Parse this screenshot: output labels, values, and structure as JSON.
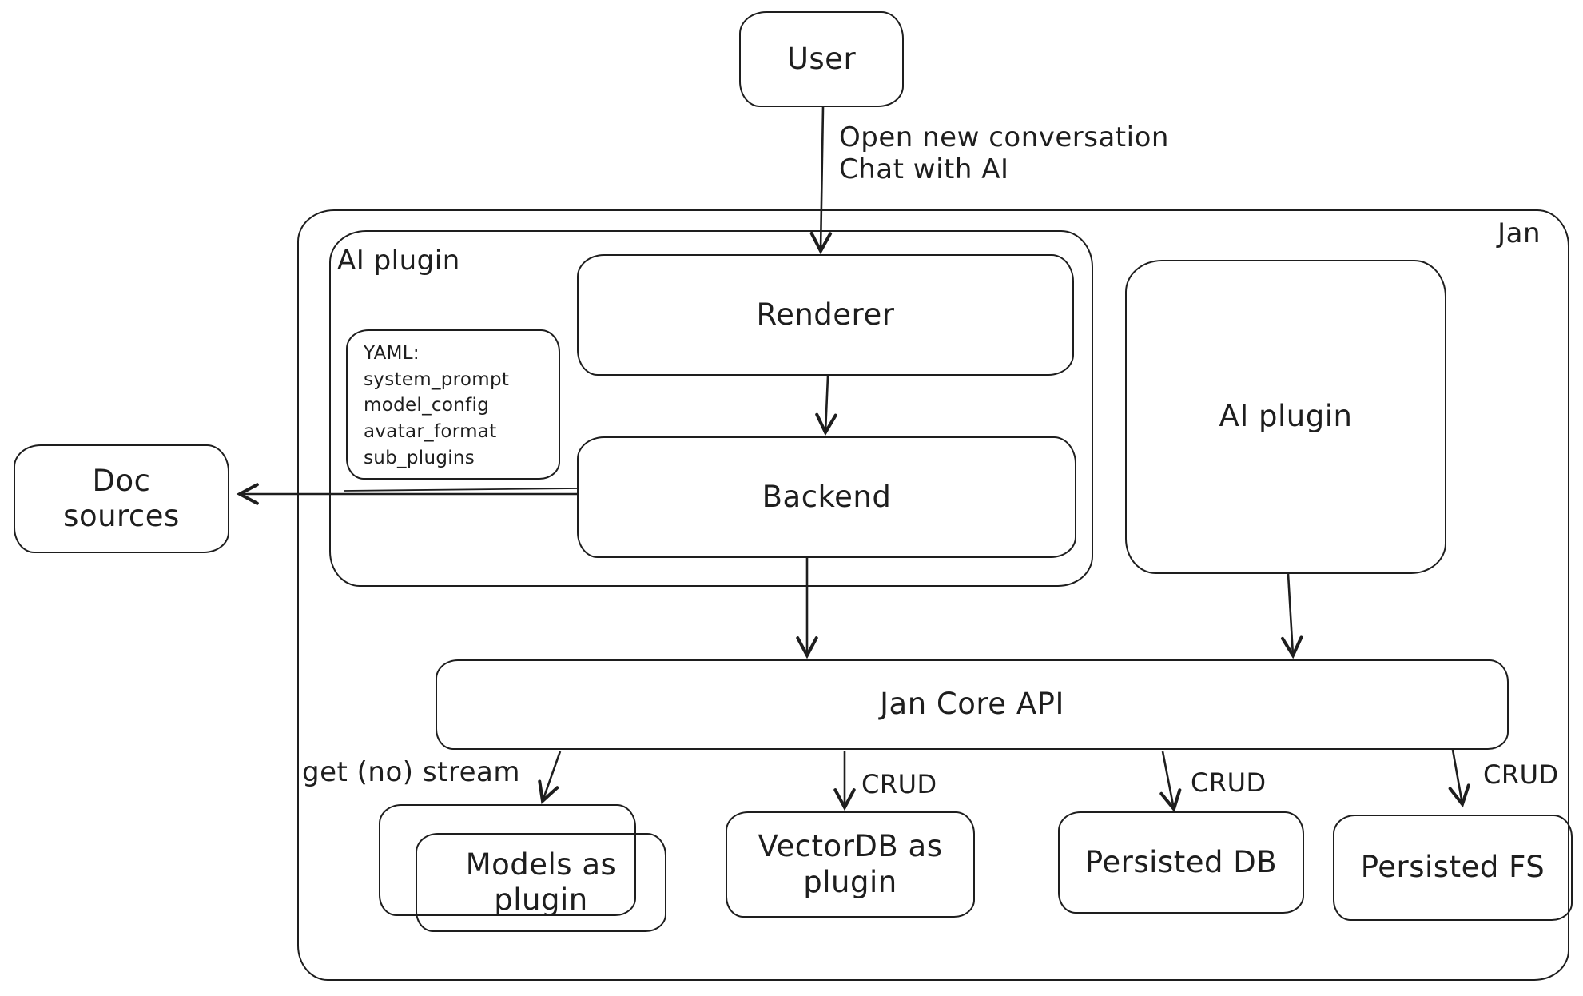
{
  "diagram": {
    "title_container": {
      "label": "Jan"
    },
    "user": {
      "label": "User"
    },
    "user_edge": {
      "line1": "Open new conversation",
      "line2": "Chat with AI"
    },
    "ai_plugin_left": {
      "label": "AI plugin"
    },
    "yaml_note": {
      "lines": [
        "YAML:",
        "system_prompt",
        "model_config",
        "avatar_format",
        "sub_plugins"
      ]
    },
    "renderer": {
      "label": "Renderer"
    },
    "backend": {
      "label": "Backend"
    },
    "ai_plugin_right": {
      "label": "AI plugin"
    },
    "doc_sources": {
      "label": "Doc sources"
    },
    "jan_core_api": {
      "label": "Jan Core API"
    },
    "edges": {
      "get_no_stream": "get (no) stream",
      "crud_vectordb": "CRUD",
      "crud_persisted_db": "CRUD",
      "crud_persisted_fs": "CRUD"
    },
    "models_as_plugin": {
      "label": "Models as plugin"
    },
    "vectordb_as_plugin": {
      "label": "VectorDB as plugin"
    },
    "persisted_db": {
      "label": "Persisted DB"
    },
    "persisted_fs": {
      "label": "Persisted FS"
    },
    "colors": {
      "stroke": "#1e1e1e",
      "background": "#ffffff"
    }
  }
}
